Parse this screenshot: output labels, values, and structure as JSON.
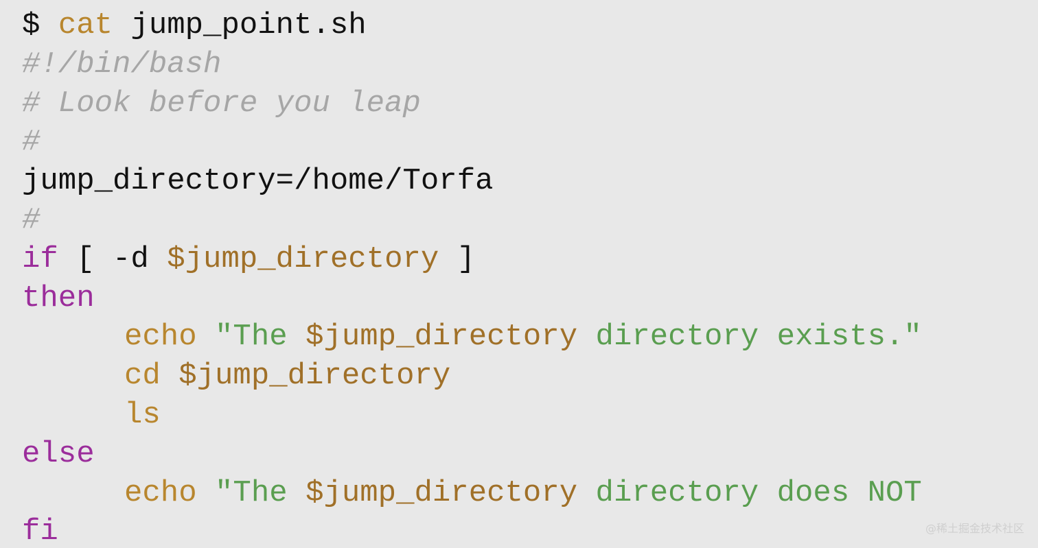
{
  "colors": {
    "background": "#e8e8e8",
    "default": "#111111",
    "keyword": "#9b2d9b",
    "builtin": "#b8862e",
    "variable": "#a07028",
    "string": "#5a9e50",
    "comment": "#a6a6a6"
  },
  "code": {
    "lines": [
      {
        "indent": 0,
        "tokens": [
          {
            "text": "$ ",
            "kind": "default"
          },
          {
            "text": "cat",
            "kind": "builtin"
          },
          {
            "text": " jump_point.sh",
            "kind": "default"
          }
        ]
      },
      {
        "indent": 0,
        "tokens": [
          {
            "text": "#!/bin/bash",
            "kind": "comment"
          }
        ]
      },
      {
        "indent": 0,
        "tokens": [
          {
            "text": "# Look before you leap",
            "kind": "comment"
          }
        ]
      },
      {
        "indent": 0,
        "tokens": [
          {
            "text": "#",
            "kind": "comment"
          }
        ]
      },
      {
        "indent": 0,
        "tokens": [
          {
            "text": "jump_directory=/home/Torfa",
            "kind": "default"
          }
        ]
      },
      {
        "indent": 0,
        "tokens": [
          {
            "text": "#",
            "kind": "comment"
          }
        ]
      },
      {
        "indent": 0,
        "tokens": [
          {
            "text": "if",
            "kind": "keyword"
          },
          {
            "text": " [ -d ",
            "kind": "default"
          },
          {
            "text": "$jump_directory",
            "kind": "variable"
          },
          {
            "text": " ]",
            "kind": "default"
          }
        ]
      },
      {
        "indent": 0,
        "tokens": [
          {
            "text": "then",
            "kind": "keyword"
          }
        ]
      },
      {
        "indent": 1,
        "tokens": [
          {
            "text": "echo",
            "kind": "builtin"
          },
          {
            "text": " ",
            "kind": "default"
          },
          {
            "text": "\"The ",
            "kind": "string"
          },
          {
            "text": "$jump_directory",
            "kind": "variable"
          },
          {
            "text": " directory exists.\"",
            "kind": "string"
          }
        ]
      },
      {
        "indent": 1,
        "tokens": [
          {
            "text": "cd",
            "kind": "builtin"
          },
          {
            "text": " ",
            "kind": "default"
          },
          {
            "text": "$jump_directory",
            "kind": "variable"
          }
        ]
      },
      {
        "indent": 1,
        "tokens": [
          {
            "text": "ls",
            "kind": "builtin"
          }
        ]
      },
      {
        "indent": 0,
        "tokens": [
          {
            "text": "else",
            "kind": "keyword"
          }
        ]
      },
      {
        "indent": 1,
        "tokens": [
          {
            "text": "echo",
            "kind": "builtin"
          },
          {
            "text": " ",
            "kind": "default"
          },
          {
            "text": "\"The ",
            "kind": "string"
          },
          {
            "text": "$jump_directory",
            "kind": "variable"
          },
          {
            "text": " directory does NOT",
            "kind": "string"
          }
        ]
      },
      {
        "indent": 0,
        "tokens": [
          {
            "text": "fi",
            "kind": "keyword"
          }
        ]
      }
    ]
  },
  "watermark": {
    "text": "@稀土掘金技术社区"
  }
}
